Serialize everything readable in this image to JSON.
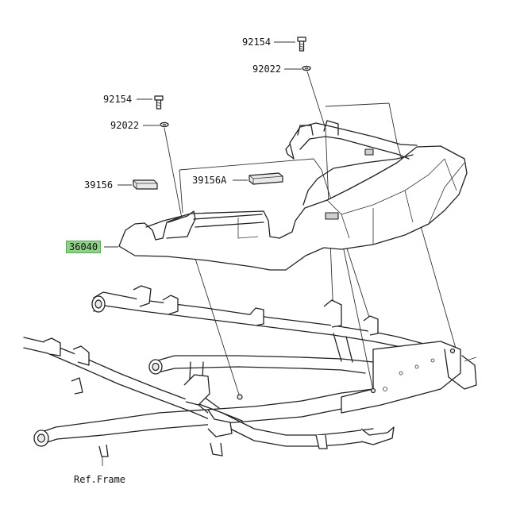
{
  "labels": {
    "bolt_top": "92154",
    "washer_top": "92022",
    "bolt_left": "92154",
    "washer_left": "92022",
    "pad_left": "39156",
    "pad_right": "39156A",
    "cowl": "36040",
    "frame_ref": "Ref.Frame"
  },
  "colors": {
    "highlight": "#8fd18a",
    "line": "#222222",
    "background": "#ffffff"
  },
  "icons": {
    "bolt": "bolt-icon",
    "washer": "washer-icon"
  }
}
